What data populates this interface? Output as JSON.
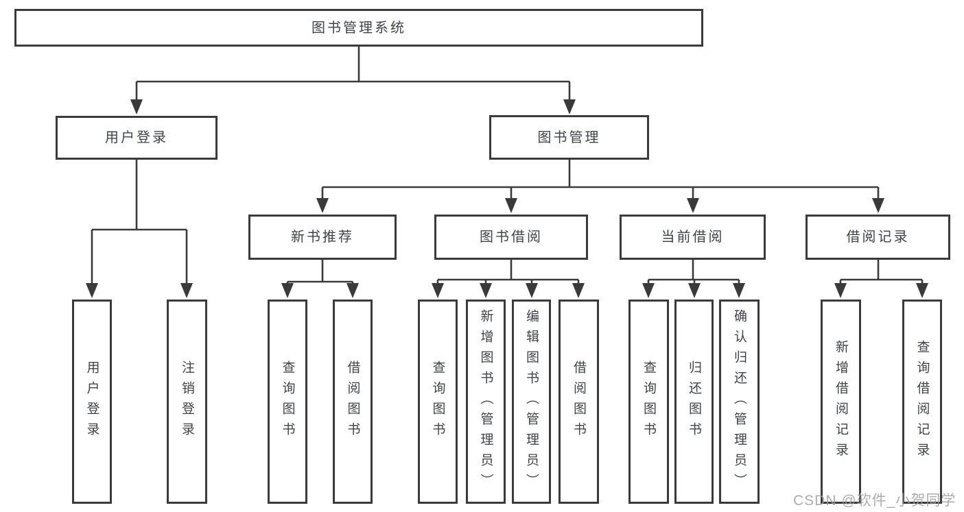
{
  "tree": {
    "root": {
      "label": "图书管理系统"
    },
    "branches": [
      {
        "label": "用户登录",
        "children": [
          {
            "label": "用户登录"
          },
          {
            "label": "注销登录"
          }
        ]
      },
      {
        "label": "图书管理",
        "groups": [
          {
            "label": "新书推荐",
            "children": [
              {
                "label": "查询图书"
              },
              {
                "label": "借阅图书"
              }
            ]
          },
          {
            "label": "图书借阅",
            "children": [
              {
                "label": "查询图书"
              },
              {
                "label": "新增图书（管理员）"
              },
              {
                "label": "编辑图书（管理员）"
              },
              {
                "label": "借阅图书"
              }
            ]
          },
          {
            "label": "当前借阅",
            "children": [
              {
                "label": "查询图书"
              },
              {
                "label": "归还图书"
              },
              {
                "label": "确认归还（管理员）"
              }
            ]
          },
          {
            "label": "借阅记录",
            "children": [
              {
                "label": "新增借阅记录"
              },
              {
                "label": "查询借阅记录"
              }
            ]
          }
        ]
      }
    ]
  },
  "watermark": {
    "text": "CSDN @软件_小贺同学"
  },
  "colors": {
    "line": "#3a3a3a",
    "text": "#3f4347",
    "watermark": "#9e9e9e",
    "background": "#ffffff"
  }
}
